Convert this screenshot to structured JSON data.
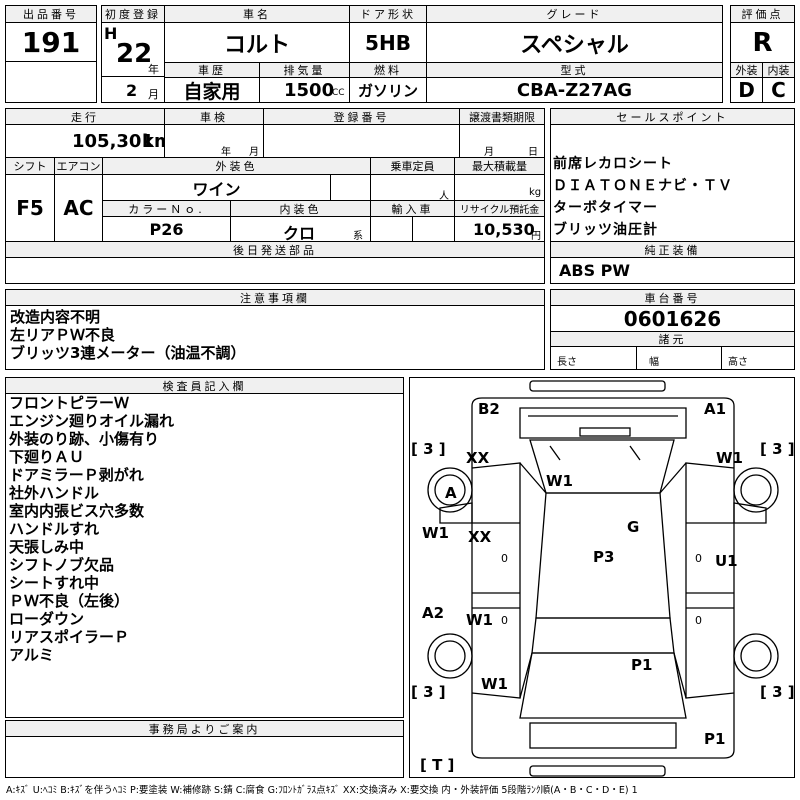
{
  "labels": {
    "lot_no": "出品番号",
    "first_reg": "初度登録",
    "car_name": "車名",
    "door": "ドア形状",
    "grade": "グレード",
    "score": "評価点",
    "history": "車歴",
    "displacement": "排気量",
    "fuel": "燃料",
    "model_code": "型式",
    "exterior": "外装",
    "interior": "内装",
    "mileage": "走行",
    "inspection": "車検",
    "reg_no": "登録番号",
    "transfer_deadline": "譲渡書類期限",
    "sales_points": "セールスポイント",
    "shift": "シフト",
    "aircon": "エアコン",
    "ext_color": "外装色",
    "capacity": "乗車定員",
    "max_load": "最大積載量",
    "color_no": "カラーＮｏ.",
    "int_color": "内装色",
    "import": "輸入車",
    "recycle": "リサイクル預託金",
    "later_parts": "後日発送部品",
    "genuine_equip": "純正装備",
    "notes": "注意事項欄",
    "chassis_no": "車台番号",
    "specs": "諸元",
    "length": "長さ",
    "width": "幅",
    "height": "高さ",
    "inspector": "検査員記入欄",
    "office": "事務局よりご案内"
  },
  "units": {
    "era": "H",
    "year": "年",
    "month": "月",
    "cc": "CC",
    "km": "km",
    "nen": "年",
    "tsuki": "月",
    "hi": "日",
    "person": "人",
    "kg": "kg",
    "kei": "系",
    "yen": "円"
  },
  "values": {
    "lot_no": "191",
    "era_year": "22",
    "month": "2",
    "car_name": "コルト",
    "door": "5HB",
    "grade": "スペシャル",
    "score": "R",
    "history": "自家用",
    "displacement": "1500",
    "fuel": "ガソリン",
    "model_code": "CBA-Z27AG",
    "exterior_grade": "D",
    "interior_grade": "C",
    "mileage": "105,301",
    "shift": "F5",
    "aircon": "AC",
    "ext_color": "ワイン",
    "color_no": "P26",
    "int_color": "クロ",
    "recycle_fee": "10,530",
    "chassis_no": "0601626"
  },
  "sales_points": [
    "前席レカロシート",
    "ＤＩＡＴＯＮＥナビ・ＴＶ",
    "ターボタイマー",
    "ブリッツ油圧計"
  ],
  "genuine_equipment": "ABS PW",
  "notes": [
    "改造内容不明",
    "左リアＰＷ不良",
    "ブリッツ3連メーター（油温不調）"
  ],
  "inspector_notes": [
    "フロントピラーＷ",
    "エンジン廻りオイル漏れ",
    "外装のり跡、小傷有り",
    "下廻りＡＵ",
    "ドアミラーＰ剥がれ",
    "社外ハンドル",
    "室内内張ビス穴多数",
    "ハンドルすれ",
    "天張しみ中",
    "シフトノブ欠品",
    "シートすれ中",
    "ＰＷ不良（左後）",
    "ローダウン",
    "リアスポイラーＰ",
    "アルミ"
  ],
  "diagram": {
    "marks": [
      "B2",
      "A1",
      "XX",
      "W1",
      "W1",
      "A",
      "G",
      "W1",
      "XX",
      "P3",
      "U1",
      "A2",
      "W1",
      "P1",
      "W1",
      "P1"
    ],
    "tread": [
      "[ 3 ]",
      "[ 3 ]",
      "[ 3 ]",
      "[ 3 ]",
      "[ T ]"
    ],
    "zeros": [
      "0",
      "0",
      "0",
      "0"
    ]
  },
  "legend": "A:ｷｽﾞ U:ﾍｺﾐ B:ｷｽﾞを伴うﾍｺﾐ P:要塗装 W:補修跡 S:錆 C:腐食 G:ﾌﾛﾝﾄｶﾞﾗｽ点ｷｽﾞ XX:交換済み X:要交換 内・外装評価 5段階ﾗﾝｸ順(A・B・C・D・E) 1"
}
